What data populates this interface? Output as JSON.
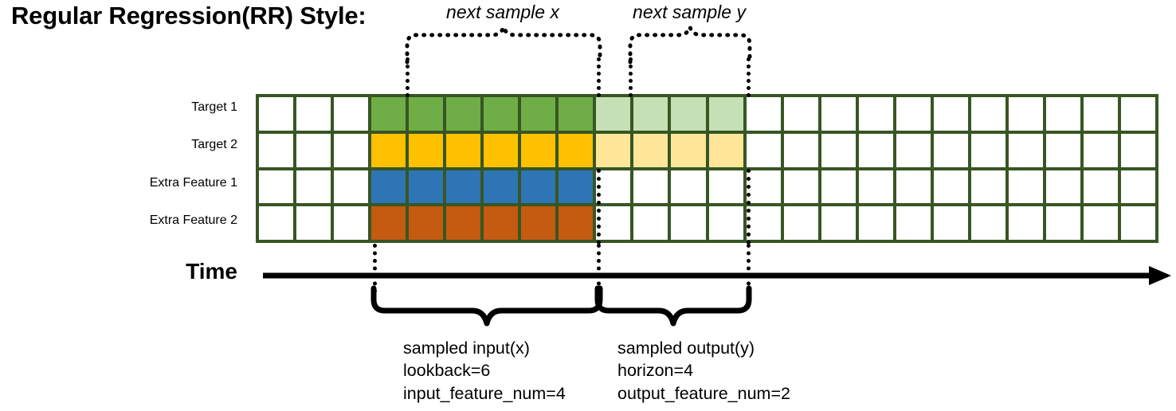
{
  "title": "Regular Regression(RR) Style:",
  "rows": [
    {
      "label": "Target 1",
      "color": "#6fae47",
      "light": "#c5e0b4",
      "has_output": true
    },
    {
      "label": "Target 2",
      "color": "#ffc000",
      "light": "#ffe699",
      "has_output": true
    },
    {
      "label": "Extra Feature 1",
      "color": "#2e75b6",
      "light": "#ffffff",
      "has_output": false
    },
    {
      "label": "Extra Feature 2",
      "color": "#c55a11",
      "light": "#ffffff",
      "has_output": false
    }
  ],
  "grid": {
    "total_columns": 24,
    "leading_blank_columns": 3,
    "input_columns": 6,
    "output_columns": 4,
    "trailing_blank_columns": 11,
    "border_color": "#375623",
    "blank_color": "#ffffff"
  },
  "time_axis": {
    "label": "Time"
  },
  "top_annotations": [
    {
      "text": "next sample x"
    },
    {
      "text": "next sample y"
    }
  ],
  "bottom_annotations": [
    {
      "lines": [
        "sampled input(x)",
        "lookback=6",
        "input_feature_num=4"
      ]
    },
    {
      "lines": [
        "sampled output(y)",
        "horizon=4",
        "output_feature_num=2"
      ]
    }
  ]
}
